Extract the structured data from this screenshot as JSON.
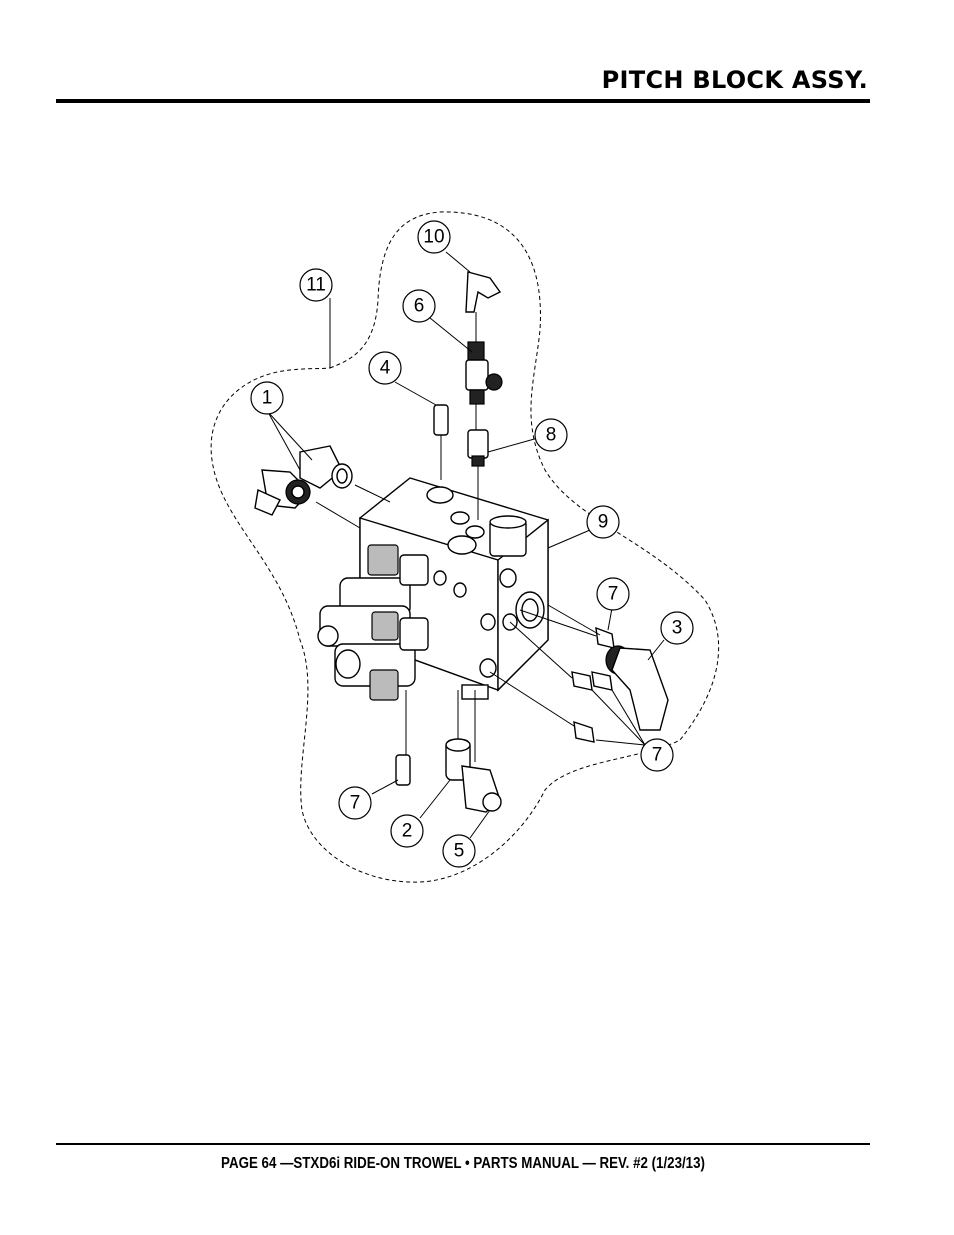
{
  "header": {
    "title": "PITCH BLOCK ASSY."
  },
  "footer": {
    "text": "PAGE 64 —STXD6i RIDE-ON TROWEL • PARTS MANUAL — REV. #2 (1/23/13)"
  },
  "callouts": {
    "c1": "1",
    "c2": "2",
    "c3": "3",
    "c4": "4",
    "c5": "5",
    "c6": "6",
    "c7a": "7",
    "c7b": "7",
    "c7c": "7",
    "c8": "8",
    "c9": "9",
    "c10": "10",
    "c11": "11"
  }
}
